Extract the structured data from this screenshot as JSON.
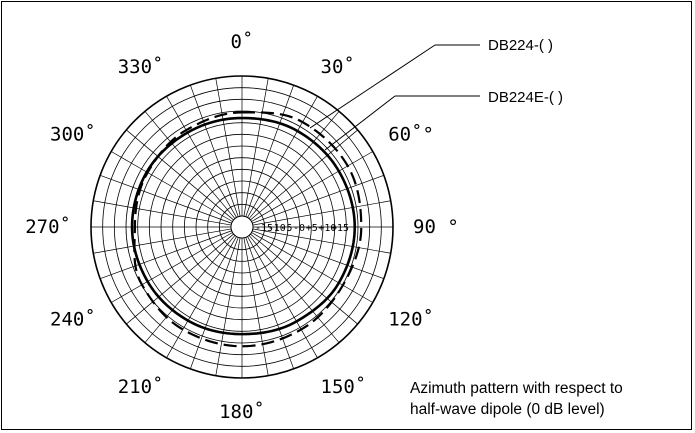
{
  "chart_data": {
    "type": "polar",
    "angle_labels": [
      {
        "deg": 0,
        "text": "0˚"
      },
      {
        "deg": 30,
        "text": "30˚"
      },
      {
        "deg": 60,
        "text": "60˚°"
      },
      {
        "deg": 90,
        "text": "90 °"
      },
      {
        "deg": 120,
        "text": "120˚"
      },
      {
        "deg": 150,
        "text": "150˚"
      },
      {
        "deg": 180,
        "text": "180˚"
      },
      {
        "deg": 210,
        "text": "210˚"
      },
      {
        "deg": 240,
        "text": "240˚"
      },
      {
        "deg": 270,
        "text": "270˚"
      },
      {
        "deg": 300,
        "text": "300˚"
      },
      {
        "deg": 330,
        "text": "330˚"
      }
    ],
    "radial_ticks": [
      "-15",
      "-10",
      "-5",
      "-0",
      "+5",
      "+10",
      "+15"
    ],
    "radial_range_db": [
      -15,
      15
    ],
    "spoke_step_deg": 10,
    "series": [
      {
        "name": "DB224-( )",
        "style": "dashed",
        "points": [
          {
            "deg": 0,
            "db": 7.2
          },
          {
            "deg": 30,
            "db": 8.6
          },
          {
            "deg": 60,
            "db": 8.8
          },
          {
            "deg": 90,
            "db": 8.2
          },
          {
            "deg": 120,
            "db": 7.6
          },
          {
            "deg": 150,
            "db": 8.0
          },
          {
            "deg": 180,
            "db": 8.2
          },
          {
            "deg": 210,
            "db": 8.0
          },
          {
            "deg": 240,
            "db": 7.4
          },
          {
            "deg": 270,
            "db": 5.6
          },
          {
            "deg": 300,
            "db": 6.0
          },
          {
            "deg": 330,
            "db": 6.6
          }
        ]
      },
      {
        "name": "DB224E-( )",
        "style": "solid",
        "points": [
          {
            "deg": 0,
            "db": 6.0
          },
          {
            "deg": 30,
            "db": 6.4
          },
          {
            "deg": 60,
            "db": 6.6
          },
          {
            "deg": 90,
            "db": 6.8
          },
          {
            "deg": 120,
            "db": 6.6
          },
          {
            "deg": 150,
            "db": 6.0
          },
          {
            "deg": 180,
            "db": 5.6
          },
          {
            "deg": 210,
            "db": 5.8
          },
          {
            "deg": 240,
            "db": 6.0
          },
          {
            "deg": 270,
            "db": 6.2
          },
          {
            "deg": 300,
            "db": 6.2
          },
          {
            "deg": 330,
            "db": 6.0
          }
        ]
      }
    ],
    "caption": [
      "Azimuth pattern with respect to",
      "half-wave dipole (0 dB level)"
    ]
  },
  "colors": {
    "line": "#000000",
    "background": "#ffffff"
  }
}
